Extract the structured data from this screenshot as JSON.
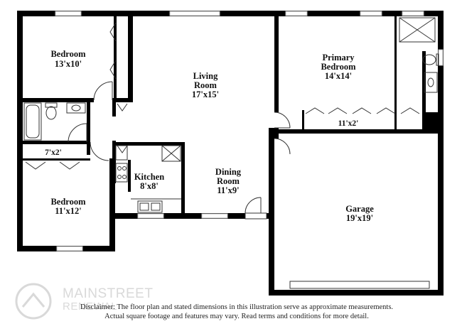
{
  "rooms": {
    "bedroom1": {
      "name": "Bedroom",
      "dims": "13'x10'"
    },
    "living": {
      "name_line1": "Living",
      "name_line2": "Room",
      "dims": "17'x15'"
    },
    "primary": {
      "name_line1": "Primary",
      "name_line2": "Bedroom",
      "dims": "14'x14'"
    },
    "primary_closet": {
      "dims": "11'x2'"
    },
    "closet2": {
      "dims": "7'x2'"
    },
    "kitchen": {
      "name": "Kitchen",
      "dims": "8'x8'"
    },
    "dining": {
      "name_line1": "Dining",
      "name_line2": "Room",
      "dims": "11'x9'"
    },
    "bedroom2": {
      "name": "Bedroom",
      "dims": "11'x12'"
    },
    "garage": {
      "name": "Garage",
      "dims": "19'x19'"
    }
  },
  "disclaimer": {
    "line1": "Disclaimer: The floor plan and stated dimensions in this illustration serve as approximate measurements.",
    "line2": "Actual square footage and features may vary. Read terms and conditions for more detail."
  },
  "watermark": {
    "brand_line1": "MAINSTREET",
    "brand_line2": "RENEWAL"
  },
  "colors": {
    "wall": "#000000",
    "window": "#b8b8b8",
    "background": "#ffffff",
    "watermark": "#d9d9d9"
  }
}
